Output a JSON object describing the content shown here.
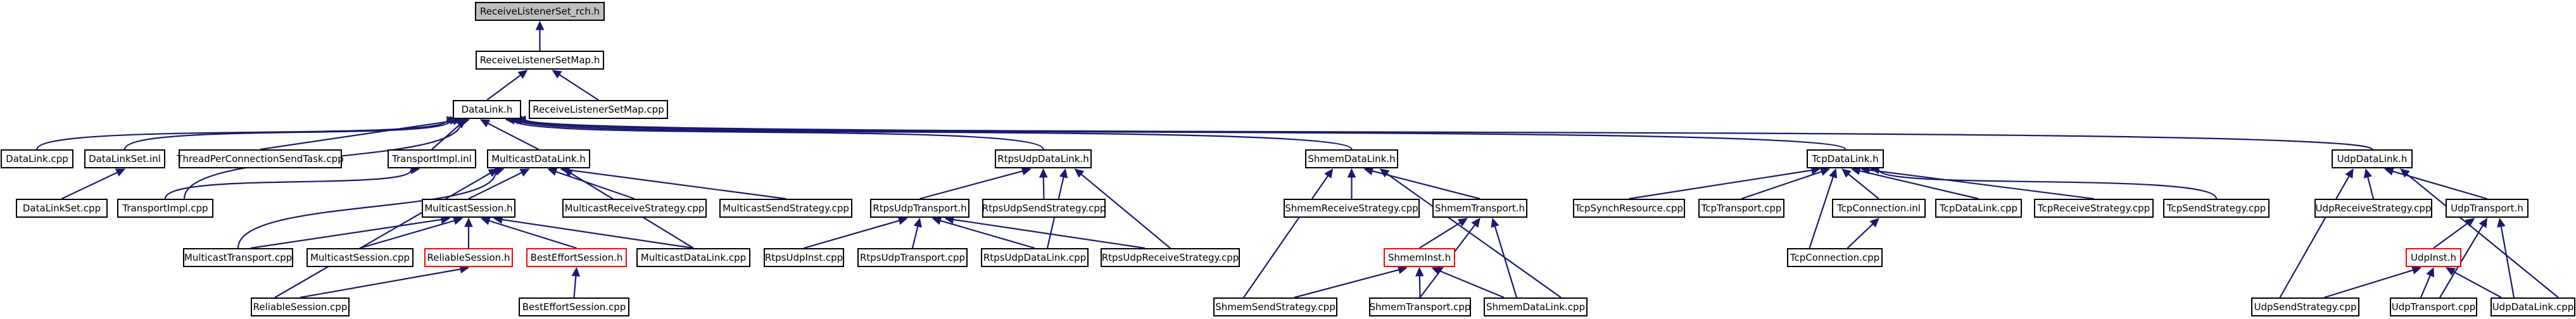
{
  "title": "ReceiveListenerSet_rch.h",
  "legend_colors": {
    "edge": "#191970",
    "focus_fill": "#bfbfbf",
    "missing_border": "#ff0000"
  },
  "nodes": {
    "rls_rch_h": "ReceiveListenerSet_rch.h",
    "rlsmap_h": "ReceiveListenerSetMap.h",
    "datalink_h": "DataLink.h",
    "rlsmap_cpp": "ReceiveListenerSetMap.cpp",
    "datalink_cpp": "DataLink.cpp",
    "datalinkset_inl": "DataLinkSet.inl",
    "tpcst_cpp": "ThreadPerConnectionSendTask.cpp",
    "transportimpl_inl": "TransportImpl.inl",
    "multicastdatalink_h": "MulticastDataLink.h",
    "rtpsudpdatalink_h": "RtpsUdpDataLink.h",
    "shmemdatalink_h": "ShmemDataLink.h",
    "tcpdatalink_h": "TcpDataLink.h",
    "udpdatalink_h": "UdpDataLink.h",
    "datalinkset_cpp": "DataLinkSet.cpp",
    "transportimpl_cpp": "TransportImpl.cpp",
    "multicastsession_h": "MulticastSession.h",
    "multicastreceivestrategy_cpp": "MulticastReceiveStrategy.cpp",
    "multicastsendstrategy_cpp": "MulticastSendStrategy.cpp",
    "multicasttransport_cpp": "MulticastTransport.cpp",
    "multicastsession_cpp": "MulticastSession.cpp",
    "reliablesession_h": "ReliableSession.h",
    "besteffortsession_h": "BestEffortSession.h",
    "multicastdatalink_cpp": "MulticastDataLink.cpp",
    "reliablesession_cpp": "ReliableSession.cpp",
    "besteffortsession_cpp": "BestEffortSession.cpp",
    "rtpsudptransport_h": "RtpsUdpTransport.h",
    "rtpsudpsendstrategy_cpp": "RtpsUdpSendStrategy.cpp",
    "rtpsudpinst_cpp": "RtpsUdpInst.cpp",
    "rtpsudptransport_cpp": "RtpsUdpTransport.cpp",
    "rtpsudpdatalink_cpp": "RtpsUdpDataLink.cpp",
    "rtpsudpreceivestrategy_cpp": "RtpsUdpReceiveStrategy.cpp",
    "shmemreceivestrategy_cpp": "ShmemReceiveStrategy.cpp",
    "shmemtransport_h": "ShmemTransport.h",
    "shmeminst_h": "ShmemInst.h",
    "shmemsendstrategy_cpp": "ShmemSendStrategy.cpp",
    "shmemtransport_cpp": "ShmemTransport.cpp",
    "shmemdatalink_cpp": "ShmemDataLink.cpp",
    "tcpsynchresource_cpp": "TcpSynchResource.cpp",
    "tcptransport_cpp": "TcpTransport.cpp",
    "tcpconnection_inl": "TcpConnection.inl",
    "tcpdatalink_cpp": "TcpDataLink.cpp",
    "tcpreceivestrategy_cpp": "TcpReceiveStrategy.cpp",
    "tcpsendstrategy_cpp": "TcpSendStrategy.cpp",
    "tcpconnection_cpp": "TcpConnection.cpp",
    "udpreceivestrategy_cpp": "UdpReceiveStrategy.cpp",
    "udptransport_h": "UdpTransport.h",
    "udpinst_h": "UdpInst.h",
    "udpsendstrategy_cpp": "UdpSendStrategy.cpp",
    "udptransport_cpp": "UdpTransport.cpp",
    "udpdatalink_cpp": "UdpDataLink.cpp"
  }
}
